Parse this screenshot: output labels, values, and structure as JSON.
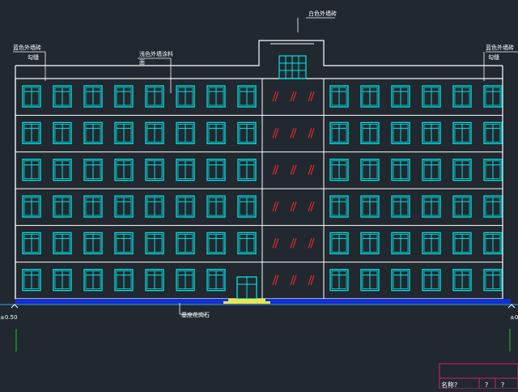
{
  "annotations": {
    "top_center": "白色外墙砖",
    "left_corner_line1": "蓝色外墙砖",
    "left_corner_line2": "勾缝",
    "right_corner_line1": "蓝色外墙砖",
    "right_corner_line2": "勾缝",
    "upper_left_line1": "浅色外墙涂料",
    "upper_left_line2": "面",
    "base_plinth": "基座花岗石",
    "left_level": "±0.50",
    "right_level": "±0"
  },
  "title_block": {
    "cell_1": "名称?",
    "cell_2": "?",
    "cell_3": "?"
  },
  "drawing": {
    "floors": 6,
    "windows_left_per_floor": 8,
    "windows_right_per_floor": 6,
    "colors": {
      "background": "#212830",
      "outline": "#ffffff",
      "window": "#00e5e5",
      "glazing_mark": "#ff2a2a",
      "ground": "#1030d8",
      "ground_line": "#3aa0ff",
      "steps": "#e8e84a",
      "guide_green": "#19c819",
      "title_frame": "#d0206a"
    }
  }
}
